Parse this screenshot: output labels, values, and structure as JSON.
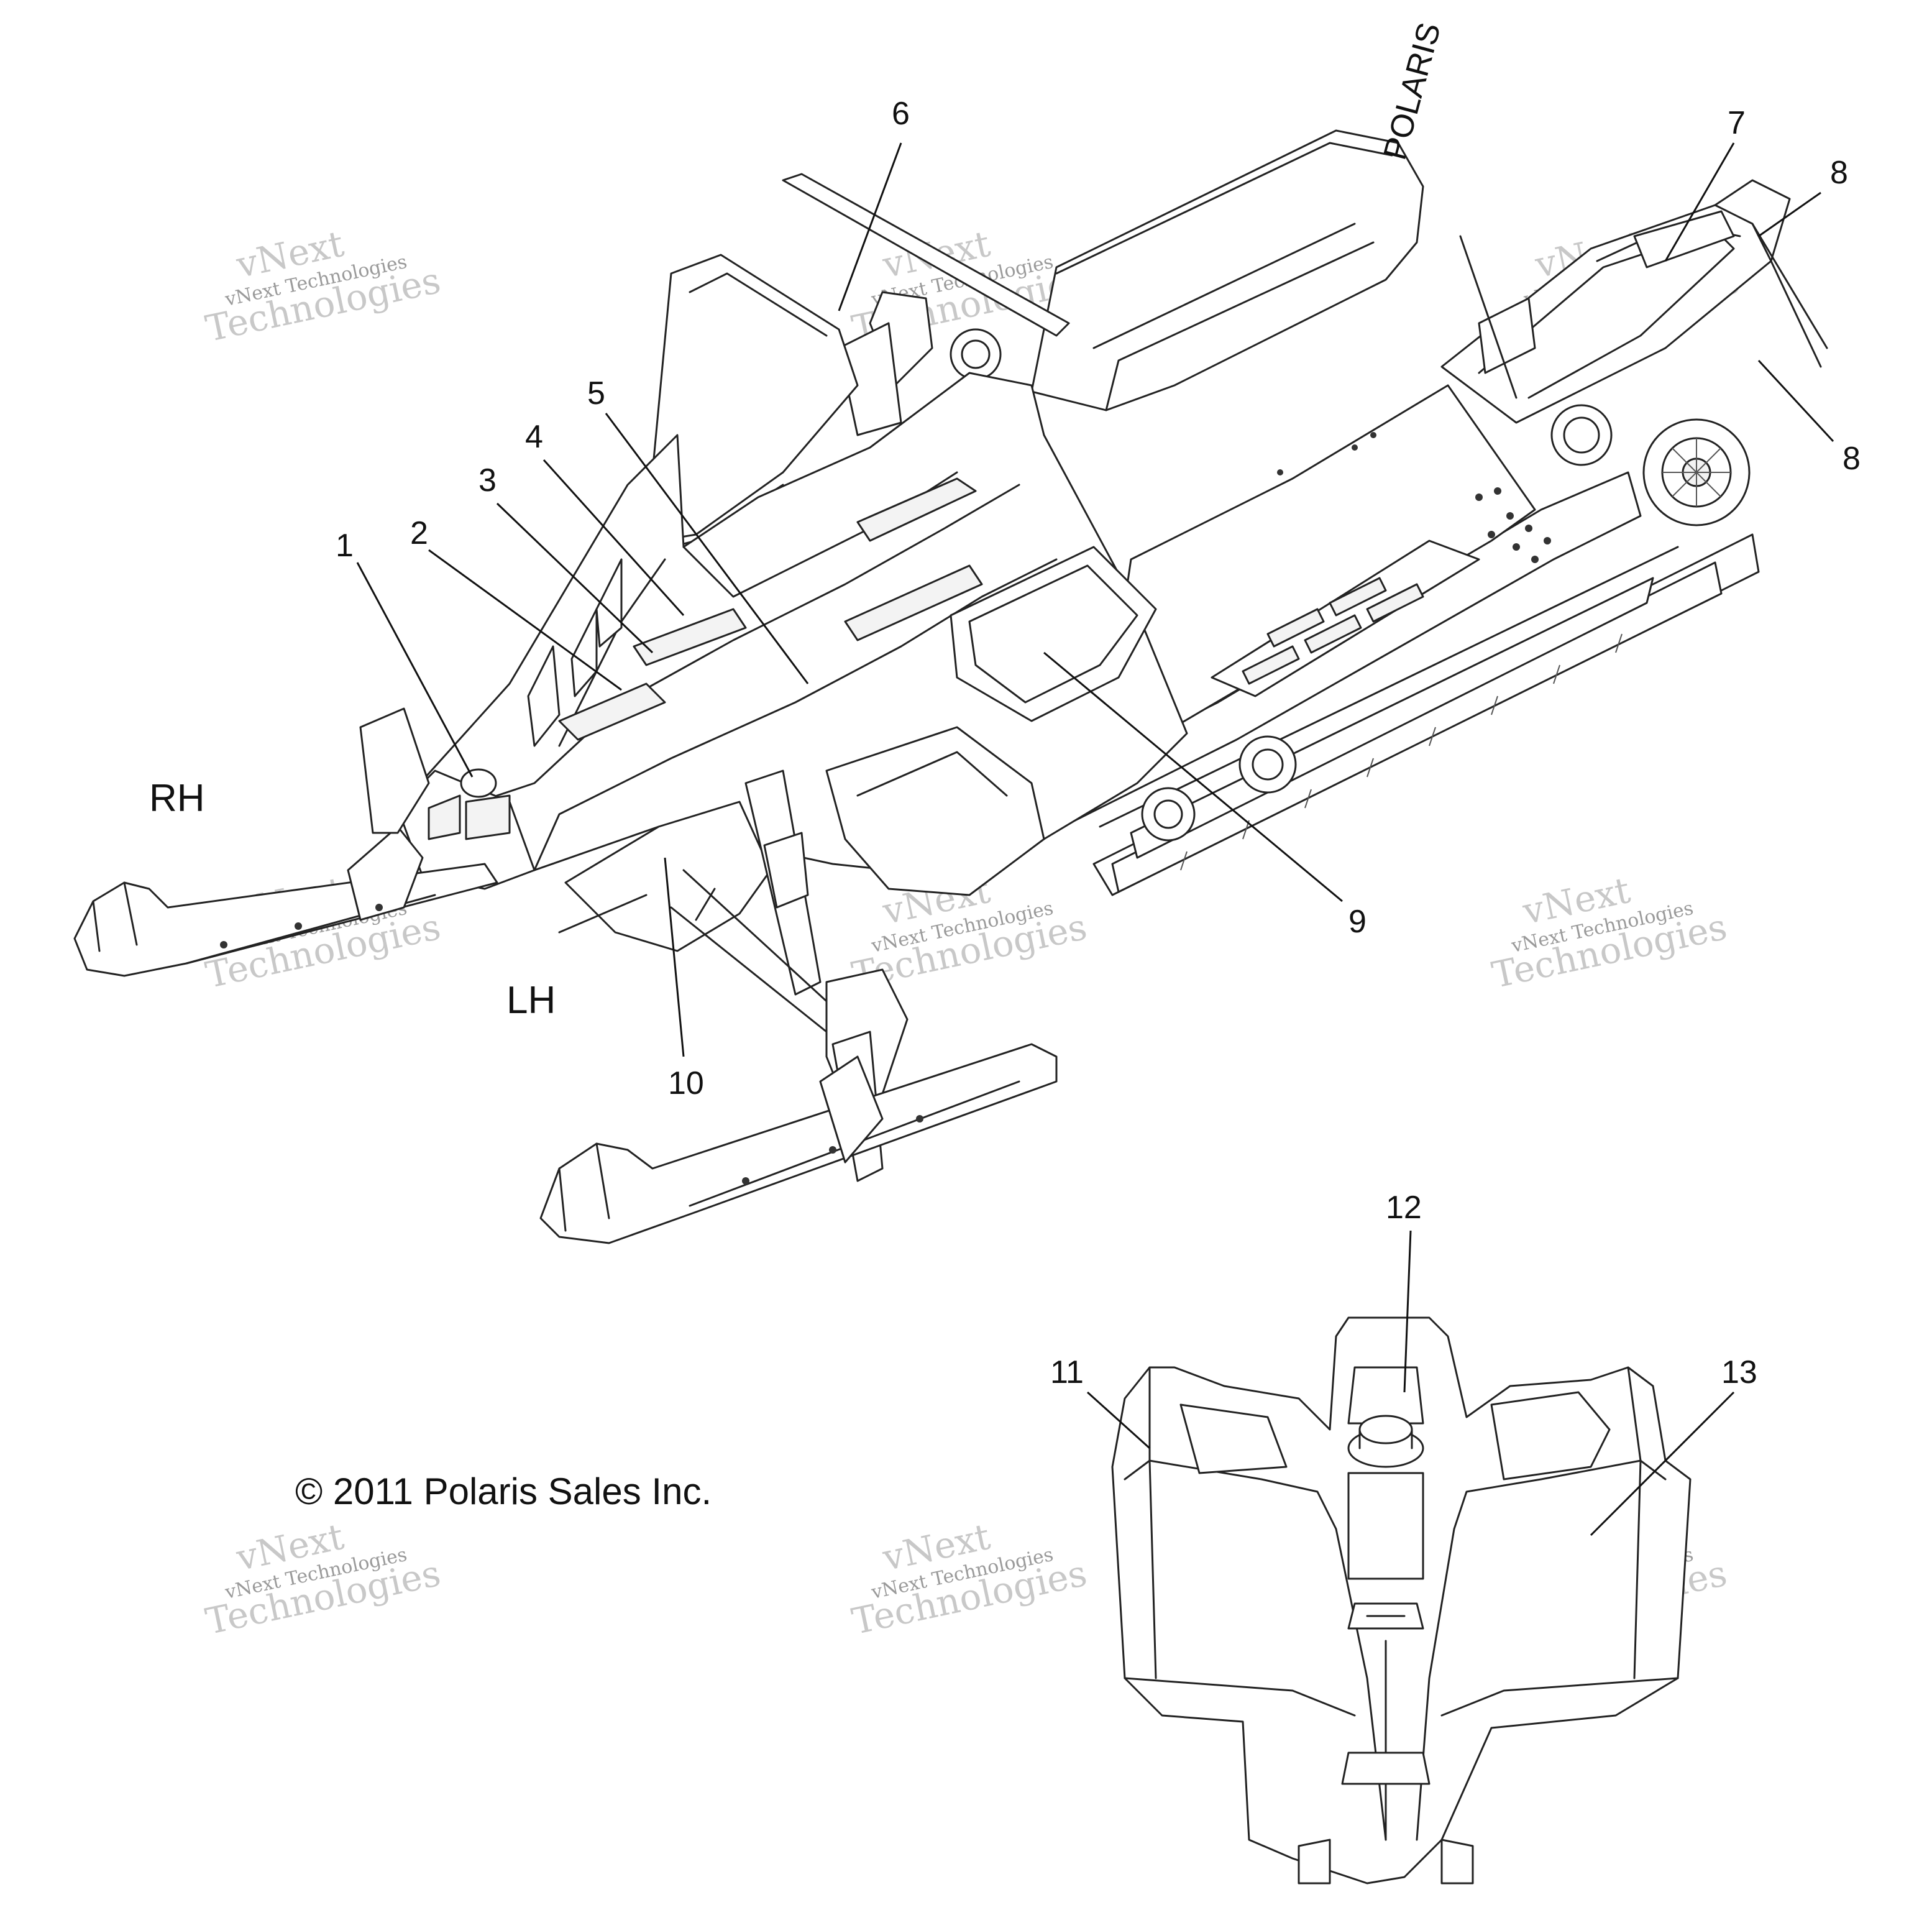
{
  "callouts": [
    {
      "id": "1",
      "text": "1"
    },
    {
      "id": "2",
      "text": "2"
    },
    {
      "id": "3",
      "text": "3"
    },
    {
      "id": "4",
      "text": "4"
    },
    {
      "id": "5",
      "text": "5"
    },
    {
      "id": "6",
      "text": "6"
    },
    {
      "id": "7",
      "text": "7"
    },
    {
      "id": "8a",
      "text": "8"
    },
    {
      "id": "8b",
      "text": "8"
    },
    {
      "id": "9",
      "text": "9"
    },
    {
      "id": "10",
      "text": "10"
    },
    {
      "id": "11",
      "text": "11"
    },
    {
      "id": "12",
      "text": "12"
    },
    {
      "id": "13",
      "text": "13"
    }
  ],
  "side_labels": {
    "rh": "RH",
    "lh": "LH"
  },
  "copyright": "© 2011 Polaris Sales Inc.",
  "brand_on_seat": "POLARIS",
  "watermark": {
    "line1": "vNext",
    "line2": "vNext Technologies",
    "line3": "Technologies"
  },
  "colors": {
    "ink": "#222222",
    "watermark": "#c8c8c8",
    "background": "#ffffff"
  }
}
